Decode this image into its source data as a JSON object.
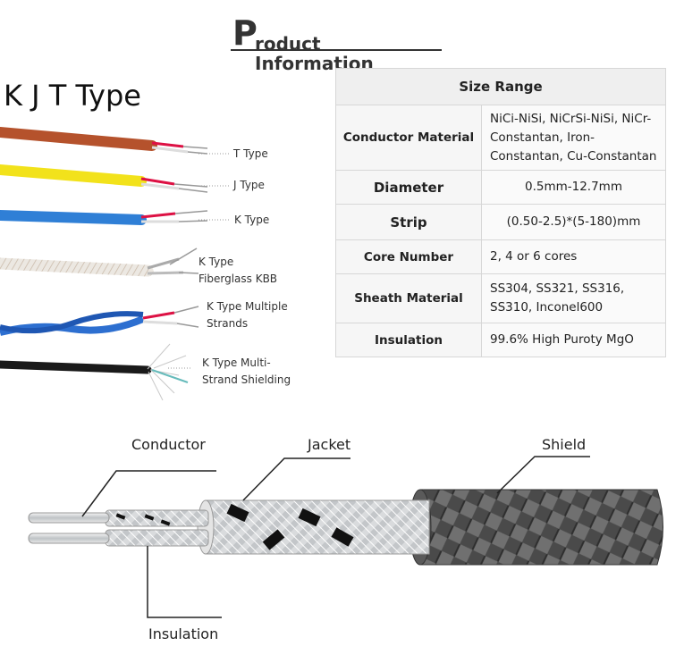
{
  "header": {
    "title_initial": "P",
    "title_rest": "roduct Information"
  },
  "types_heading": "K J T Type",
  "cable_labels": [
    {
      "text": "T Type"
    },
    {
      "text": "J Type"
    },
    {
      "text": "K Type"
    },
    {
      "text": "K Type\nFiberglass KBB"
    },
    {
      "text": "K Type Multiple\nStrands"
    },
    {
      "text": "K Type Multi-\nStrand Shielding"
    }
  ],
  "table": {
    "header": "Size Range",
    "rows": [
      {
        "label": "Conductor Material",
        "value": "NiCi-NiSi, NiCrSi-NiSi, NiCr-Constantan, Iron-Constantan, Cu-Constantan"
      },
      {
        "label": "Diameter",
        "value": "0.5mm-12.7mm"
      },
      {
        "label": "Strip",
        "value": "(0.50-2.5)*(5-180)mm"
      },
      {
        "label": "Core Number",
        "value": "2, 4 or 6 cores"
      },
      {
        "label": "Sheath Material",
        "value": "SS304, SS321, SS316, SS310, Inconel600"
      },
      {
        "label": "Insulation",
        "value": "99.6% High Puroty MgO"
      }
    ]
  },
  "diagram_labels": {
    "conductor": "Conductor",
    "jacket": "Jacket",
    "shield": "Shield",
    "insulation": "Insulation"
  },
  "colors": {
    "t_type": "#b5522c",
    "j_type": "#f2e21b",
    "k_type": "#2f7fd6",
    "shield": "#555555"
  }
}
